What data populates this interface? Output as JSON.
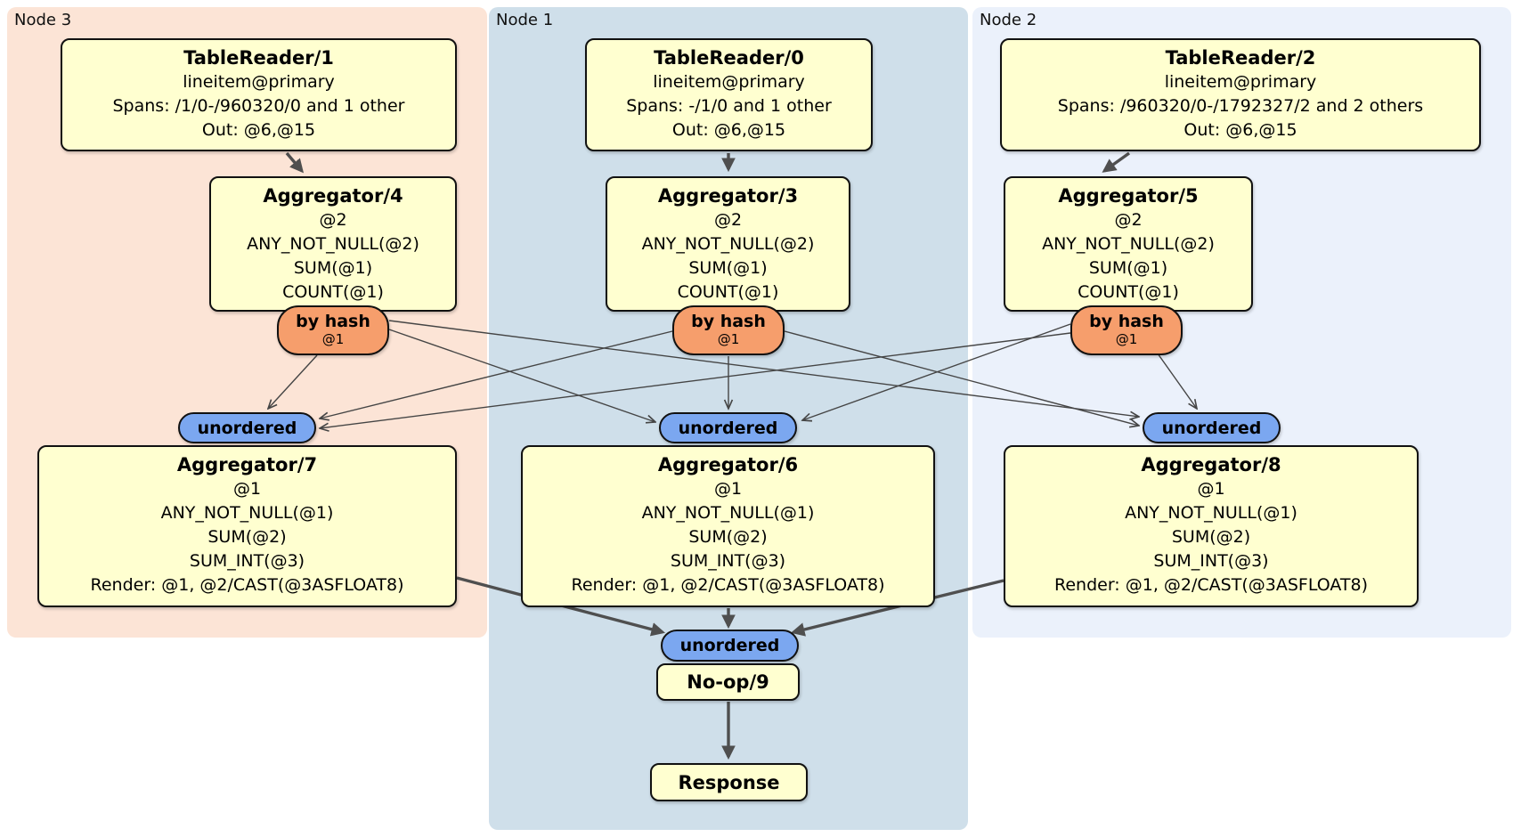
{
  "panels": {
    "node3": {
      "label": "Node 3",
      "color": "#fce4d6"
    },
    "node1": {
      "label": "Node 1",
      "color": "#cfdfea"
    },
    "node2": {
      "label": "Node 2",
      "color": "#ebf1fb"
    }
  },
  "boxes": {
    "tr1": {
      "title": "TableReader/1",
      "lines": [
        "lineitem@primary",
        "Spans: /1/0-/960320/0 and 1 other",
        "Out: @6,@15"
      ]
    },
    "tr0": {
      "title": "TableReader/0",
      "lines": [
        "lineitem@primary",
        "Spans: -/1/0 and 1 other",
        "Out: @6,@15"
      ]
    },
    "tr2": {
      "title": "TableReader/2",
      "lines": [
        "lineitem@primary",
        "Spans: /960320/0-/1792327/2 and 2 others",
        "Out: @6,@15"
      ]
    },
    "agg4": {
      "title": "Aggregator/4",
      "lines": [
        "@2",
        "ANY_NOT_NULL(@2)",
        "SUM(@1)",
        "COUNT(@1)"
      ]
    },
    "agg3": {
      "title": "Aggregator/3",
      "lines": [
        "@2",
        "ANY_NOT_NULL(@2)",
        "SUM(@1)",
        "COUNT(@1)"
      ]
    },
    "agg5": {
      "title": "Aggregator/5",
      "lines": [
        "@2",
        "ANY_NOT_NULL(@2)",
        "SUM(@1)",
        "COUNT(@1)"
      ]
    },
    "agg7": {
      "title": "Aggregator/7",
      "lines": [
        "@1",
        "ANY_NOT_NULL(@1)",
        "SUM(@2)",
        "SUM_INT(@3)",
        "Render: @1, @2/CAST(@3ASFLOAT8)"
      ]
    },
    "agg6": {
      "title": "Aggregator/6",
      "lines": [
        "@1",
        "ANY_NOT_NULL(@1)",
        "SUM(@2)",
        "SUM_INT(@3)",
        "Render: @1, @2/CAST(@3ASFLOAT8)"
      ]
    },
    "agg8": {
      "title": "Aggregator/8",
      "lines": [
        "@1",
        "ANY_NOT_NULL(@1)",
        "SUM(@2)",
        "SUM_INT(@3)",
        "Render: @1, @2/CAST(@3ASFLOAT8)"
      ]
    },
    "noop": {
      "title": "No-op/9"
    },
    "response": {
      "title": "Response"
    }
  },
  "ovals": {
    "by_hash": {
      "label": "by hash",
      "sub": "@1",
      "color": "#f69e6c"
    },
    "unordered": {
      "label": "unordered",
      "color": "#7ba7f0"
    }
  },
  "colors": {
    "box_fill": "#ffffd0",
    "border": "#111111",
    "edge": "#4f4f4f"
  }
}
